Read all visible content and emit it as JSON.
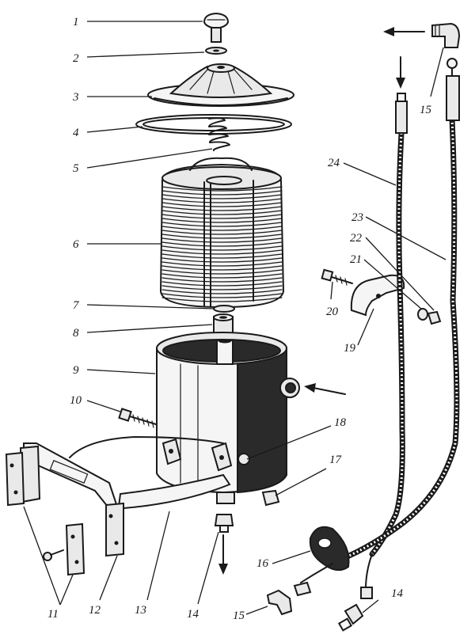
{
  "labels": [
    {
      "id": "1",
      "text": "1"
    },
    {
      "id": "2",
      "text": "2"
    },
    {
      "id": "3",
      "text": "3"
    },
    {
      "id": "4",
      "text": "4"
    },
    {
      "id": "5",
      "text": "5"
    },
    {
      "id": "6",
      "text": "6"
    },
    {
      "id": "7",
      "text": "7"
    },
    {
      "id": "8",
      "text": "8"
    },
    {
      "id": "9",
      "text": "9"
    },
    {
      "id": "10",
      "text": "10"
    },
    {
      "id": "11",
      "text": "11"
    },
    {
      "id": "12",
      "text": "12"
    },
    {
      "id": "13",
      "text": "13"
    },
    {
      "id": "14a",
      "text": "14"
    },
    {
      "id": "14b",
      "text": "14"
    },
    {
      "id": "15a",
      "text": "15"
    },
    {
      "id": "15b",
      "text": "15"
    },
    {
      "id": "16",
      "text": "16"
    },
    {
      "id": "17",
      "text": "17"
    },
    {
      "id": "18",
      "text": "18"
    },
    {
      "id": "19",
      "text": "19"
    },
    {
      "id": "20",
      "text": "20"
    },
    {
      "id": "21",
      "text": "21"
    },
    {
      "id": "22",
      "text": "22"
    },
    {
      "id": "23",
      "text": "23"
    },
    {
      "id": "24",
      "text": "24"
    }
  ]
}
